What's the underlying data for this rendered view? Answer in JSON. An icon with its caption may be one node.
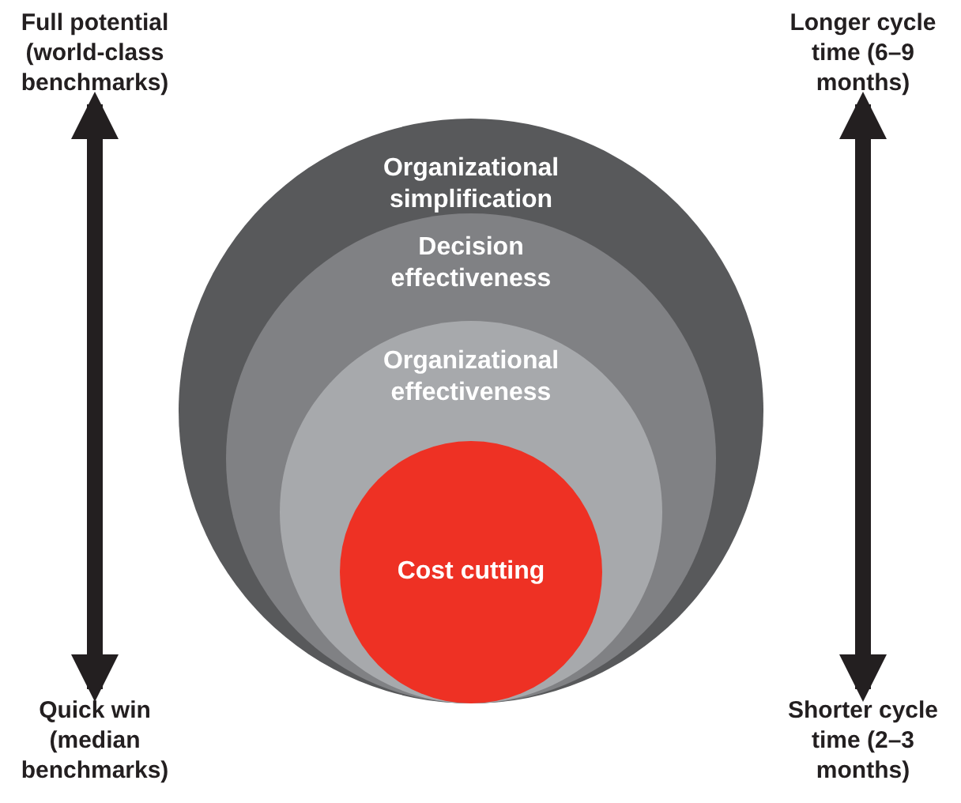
{
  "diagram": {
    "nodes": [
      {
        "text": [
          "Organizational simplification"
        ]
      },
      {
        "text": [
          "Decision effectiveness"
        ],
        "in": 0
      },
      {
        "text": [
          "Organizational effectiveness"
        ],
        "in": 1
      },
      {
        "text": [
          "Cost cutting"
        ],
        "in": 2
      },
      {
        "text": [
          "Full potential (world-class benchmarks)"
        ]
      },
      {
        "text": [
          "Quick win (median benchmarks)"
        ]
      },
      {
        "text": [
          "Longer cycle time (6–9 months)"
        ]
      },
      {
        "text": [
          "Shorter cycle time (2–3 months)"
        ]
      }
    ],
    "edges": [
      {
        "from": 4,
        "to": 5,
        "arrow": "both"
      },
      {
        "from": 6,
        "to": 7,
        "arrow": "both"
      }
    ]
  }
}
